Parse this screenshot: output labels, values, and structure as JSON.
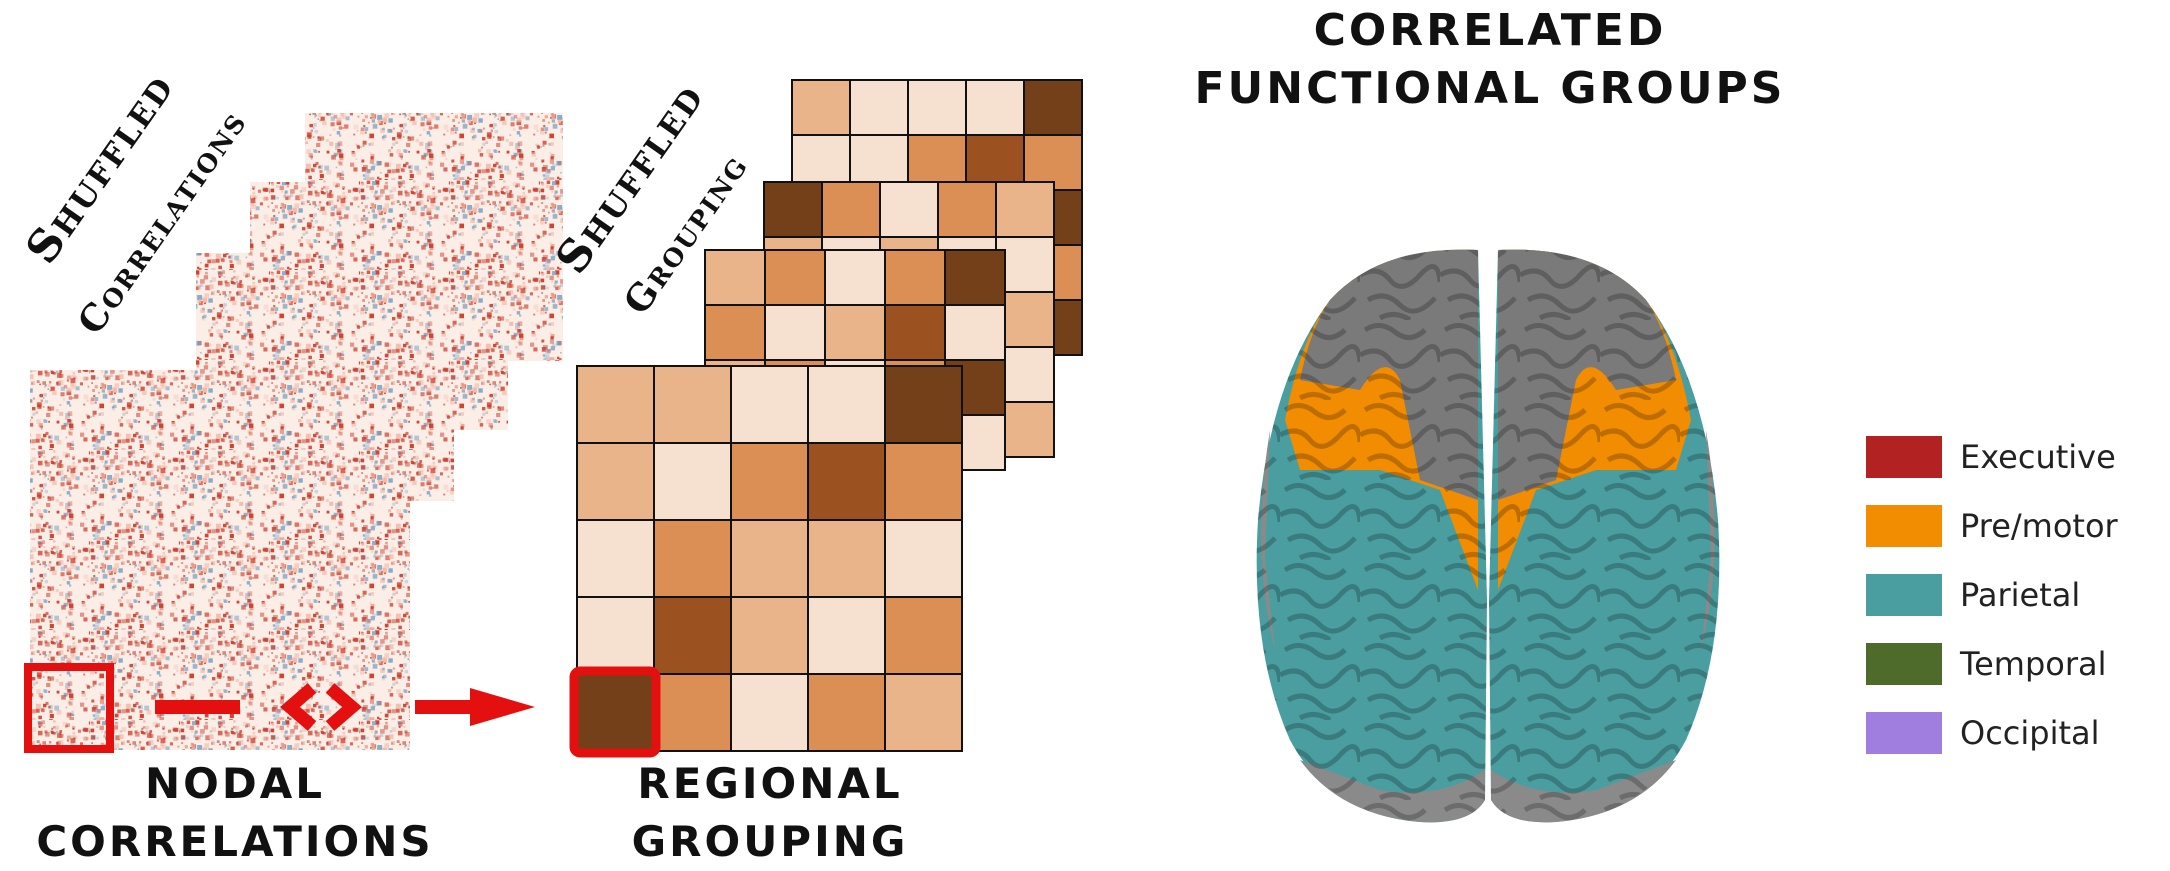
{
  "labels": {
    "shuffled_correlations_1": "Shuffled",
    "shuffled_correlations_2": "Correlations",
    "shuffled_grouping_1": "Shuffled",
    "shuffled_grouping_2": "Grouping",
    "nodal_1": "NODAL",
    "nodal_2": "CORRELATIONS",
    "regional_1": "REGIONAL",
    "regional_2": "GROUPING",
    "title_1": "CORRELATED",
    "title_2": "FUNCTIONAL GROUPS"
  },
  "legend": [
    {
      "label": "Executive",
      "color": "#b22222"
    },
    {
      "label": "Pre/motor",
      "color": "#f28c00"
    },
    {
      "label": "Parietal",
      "color": "#4a9ea0"
    },
    {
      "label": "Temporal",
      "color": "#4e6b2c"
    },
    {
      "label": "Occipital",
      "color": "#a07ee0"
    }
  ],
  "colors": {
    "grid_shades": [
      "#f6e0cf",
      "#eab48a",
      "#dc8f55",
      "#9c5220",
      "#73401a"
    ],
    "arrow": "#e41010",
    "heat_red": "#cc3a2a",
    "heat_blue": "#7fa8c8",
    "brain_gray": "#7a7a7a",
    "brain_orange": "#f28c00",
    "brain_teal": "#4a9ea0"
  },
  "regional_grid": [
    [
      1,
      1,
      0,
      0,
      4
    ],
    [
      1,
      0,
      2,
      3,
      2
    ],
    [
      0,
      2,
      1,
      1,
      0
    ],
    [
      0,
      3,
      1,
      0,
      2
    ],
    [
      4,
      2,
      0,
      2,
      1
    ]
  ],
  "back_grid_1": [
    [
      1,
      0,
      0,
      0,
      4
    ],
    [
      0,
      0,
      2,
      3,
      2
    ]
  ],
  "back_grid_2": [
    [
      4,
      2,
      0,
      2,
      1
    ],
    [
      1,
      0,
      1,
      0,
      0
    ]
  ],
  "back_grid_3": [
    [
      1,
      2,
      0,
      2,
      4
    ],
    [
      2,
      0,
      1,
      3,
      0
    ]
  ],
  "highlight": {
    "nodal_cell": "selected",
    "regional_cell": "selected"
  }
}
